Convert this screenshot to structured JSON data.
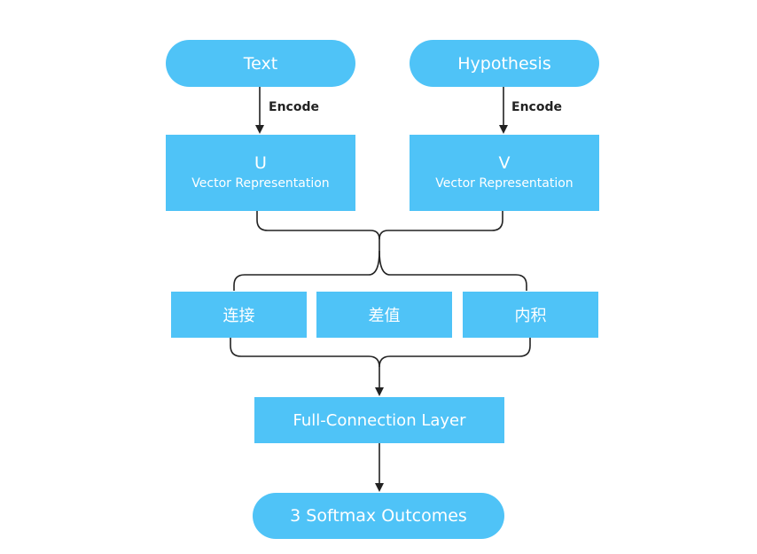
{
  "nodes": {
    "text": "Text",
    "hypothesis": "Hypothesis",
    "u_title": "U",
    "u_sub": "Vector Representation",
    "v_title": "V",
    "v_sub": "Vector Representation",
    "concat": "连接",
    "diff": "差值",
    "inner": "内积",
    "fc": "Full-Connection Layer",
    "out": "3 Softmax Outcomes"
  },
  "edges": {
    "encode_left": "Encode",
    "encode_right": "Encode"
  },
  "colors": {
    "node_fill": "#4fc3f7",
    "node_text": "#ffffff",
    "line": "#222222"
  }
}
